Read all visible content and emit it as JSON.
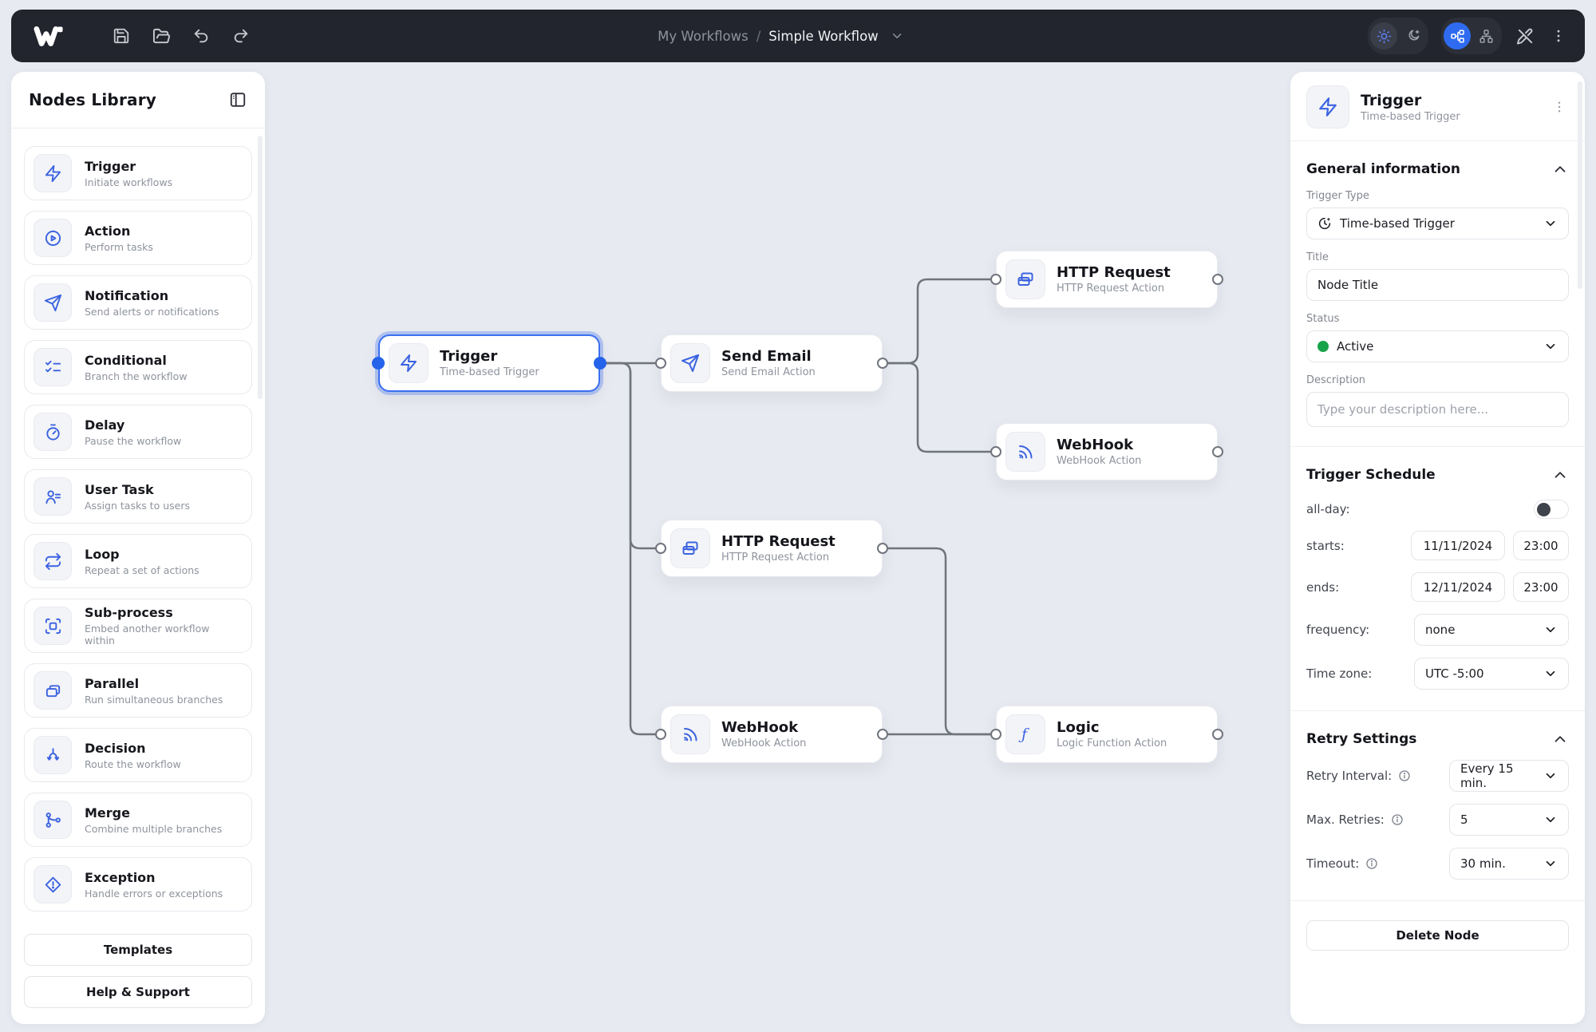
{
  "topbar": {
    "tool_icons": [
      "save",
      "folder-open",
      "undo",
      "redo"
    ],
    "breadcrumb": {
      "parent": "My Workflows",
      "separator": "/",
      "current": "Simple Workflow"
    },
    "right_icons": [
      "light-mode",
      "dark-mode",
      "layout-horizontal",
      "layout-vertical",
      "edit-off",
      "more"
    ]
  },
  "sidebar": {
    "title": "Nodes Library",
    "collapse_icon": "panel-left",
    "items": [
      {
        "label": "Trigger",
        "desc": "Initiate workflows",
        "icon": "zap"
      },
      {
        "label": "Action",
        "desc": "Perform tasks",
        "icon": "play-circle"
      },
      {
        "label": "Notification",
        "desc": "Send alerts or notifications",
        "icon": "send"
      },
      {
        "label": "Conditional",
        "desc": "Branch the workflow",
        "icon": "list-checks"
      },
      {
        "label": "Delay",
        "desc": "Pause the workflow",
        "icon": "timer"
      },
      {
        "label": "User Task",
        "desc": "Assign tasks to users",
        "icon": "user-list"
      },
      {
        "label": "Loop",
        "desc": "Repeat a set of actions",
        "icon": "repeat"
      },
      {
        "label": "Sub-process",
        "desc": "Embed another workflow within",
        "icon": "scan-square"
      },
      {
        "label": "Parallel",
        "desc": "Run simultaneous branches",
        "icon": "stack"
      },
      {
        "label": "Decision",
        "desc": "Route the workflow",
        "icon": "split-arrows"
      },
      {
        "label": "Merge",
        "desc": "Combine multiple branches",
        "icon": "git-merge"
      },
      {
        "label": "Exception",
        "desc": "Handle errors or exceptions",
        "icon": "alert-diamond"
      }
    ],
    "templates_label": "Templates",
    "help_label": "Help & Support"
  },
  "canvas": {
    "nodes": [
      {
        "title": "Trigger",
        "subtitle": "Time-based Trigger",
        "icon": "zap",
        "selected": true
      },
      {
        "title": "Send Email",
        "subtitle": "Send Email Action",
        "icon": "send",
        "selected": false
      },
      {
        "title": "HTTP Request",
        "subtitle": "HTTP Request Action",
        "icon": "browser-windows",
        "selected": false
      },
      {
        "title": "WebHook",
        "subtitle": "WebHook Action",
        "icon": "rss",
        "selected": false
      },
      {
        "title": "HTTP Request",
        "subtitle": "HTTP Request Action",
        "icon": "browser-windows",
        "selected": false
      },
      {
        "title": "WebHook",
        "subtitle": "WebHook Action",
        "icon": "rss",
        "selected": false
      },
      {
        "title": "Logic",
        "subtitle": "Logic Function Action",
        "icon": "function",
        "selected": false
      }
    ],
    "edges": [
      "Trigger→Send Email",
      "Trigger→HTTP Request (mid)",
      "Trigger→WebHook (bottom)",
      "Send Email→HTTP Request (top)",
      "Send Email→WebHook (right)",
      "HTTP Request (mid)→Logic",
      "WebHook (bottom)→Logic"
    ]
  },
  "inspector": {
    "header": {
      "title": "Trigger",
      "subtitle": "Time-based Trigger",
      "icon": "zap",
      "menu_icon": "kebab"
    },
    "general": {
      "title": "General information",
      "trigger_type_label": "Trigger Type",
      "trigger_type_value": "Time-based Trigger",
      "title_label": "Title",
      "title_value": "Node Title",
      "status_label": "Status",
      "status_value": "Active",
      "description_label": "Description",
      "description_placeholder": "Type your description here..."
    },
    "schedule": {
      "title": "Trigger Schedule",
      "allday_label": "all-day:",
      "allday_state": "off",
      "starts_label": "starts:",
      "starts_date": "11/11/2024",
      "starts_time": "23:00",
      "ends_label": "ends:",
      "ends_date": "12/11/2024",
      "ends_time": "23:00",
      "frequency_label": "frequency:",
      "frequency_value": "none",
      "timezone_label": "Time zone:",
      "timezone_value": "UTC -5:00"
    },
    "retry": {
      "title": "Retry Settings",
      "interval_label": "Retry Interval:",
      "interval_value": "Every 15 min.",
      "retries_label": "Max. Retries:",
      "retries_value": "5",
      "timeout_label": "Timeout:",
      "timeout_value": "30 min."
    },
    "delete_label": "Delete Node"
  },
  "colors": {
    "topbar_bg": "#22252d",
    "accent_blue": "#2f6bf0",
    "icon_blue": "#3b63e0",
    "handle_blue": "#2563eb",
    "status_green": "#17a34a",
    "edge_gray": "#70747d",
    "canvas_bg": "#e8eaf1"
  }
}
